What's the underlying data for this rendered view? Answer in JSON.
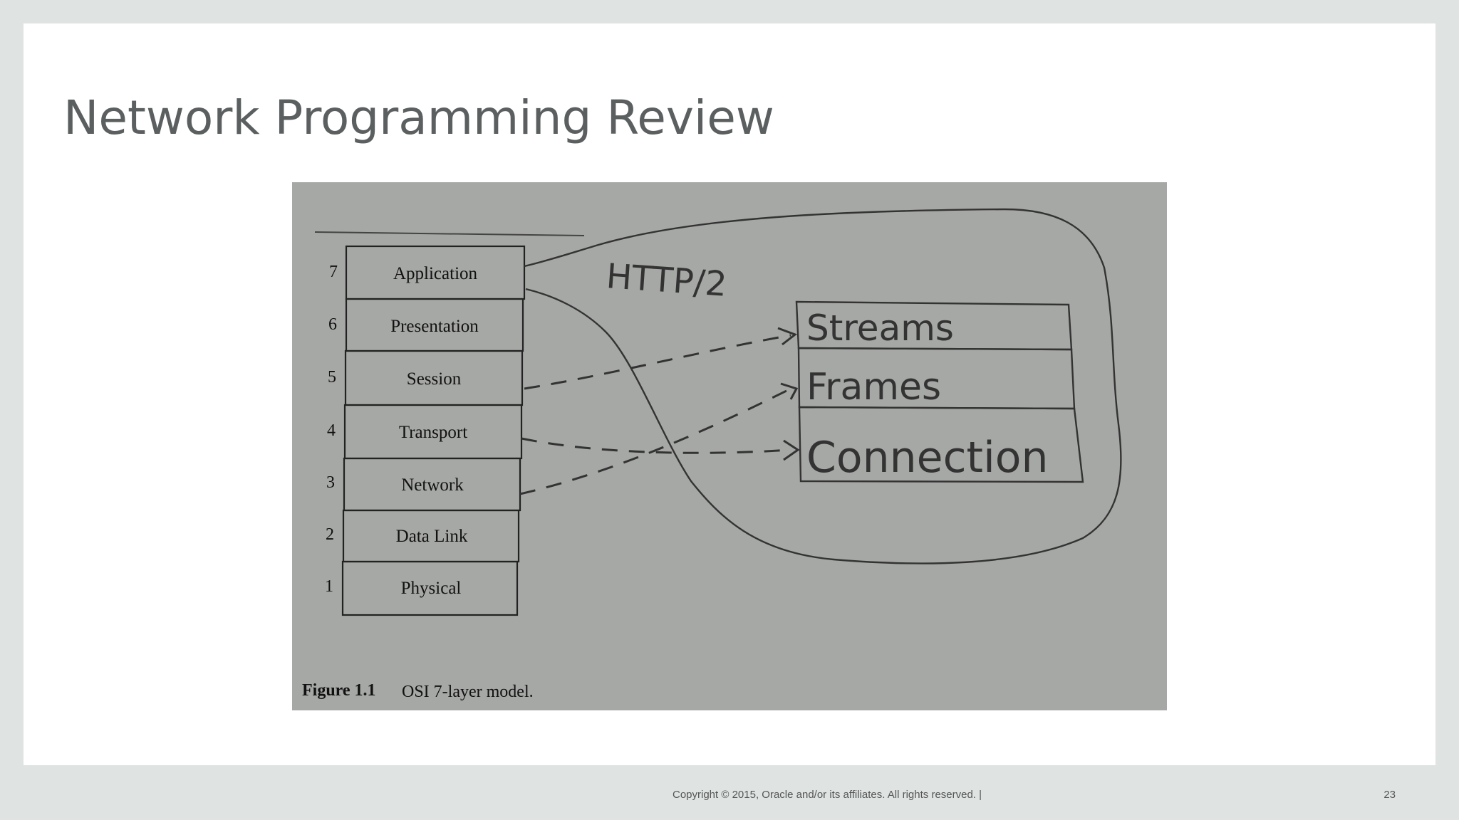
{
  "slide": {
    "title": "Network Programming Review",
    "footer": "Copyright © 2015, Oracle and/or its affiliates. All rights reserved.  |",
    "page_number": "23"
  },
  "figure": {
    "layers": [
      {
        "num": "7",
        "name": "Application"
      },
      {
        "num": "6",
        "name": "Presentation"
      },
      {
        "num": "5",
        "name": "Session"
      },
      {
        "num": "4",
        "name": "Transport"
      },
      {
        "num": "3",
        "name": "Network"
      },
      {
        "num": "2",
        "name": "Data Link"
      },
      {
        "num": "1",
        "name": "Physical"
      }
    ],
    "caption_label": "Figure 1.1",
    "caption_text": "OSI 7-layer model.",
    "protocol_label": "HTTP/2",
    "http2_layers": [
      "Streams",
      "Frames",
      "Connection"
    ]
  }
}
